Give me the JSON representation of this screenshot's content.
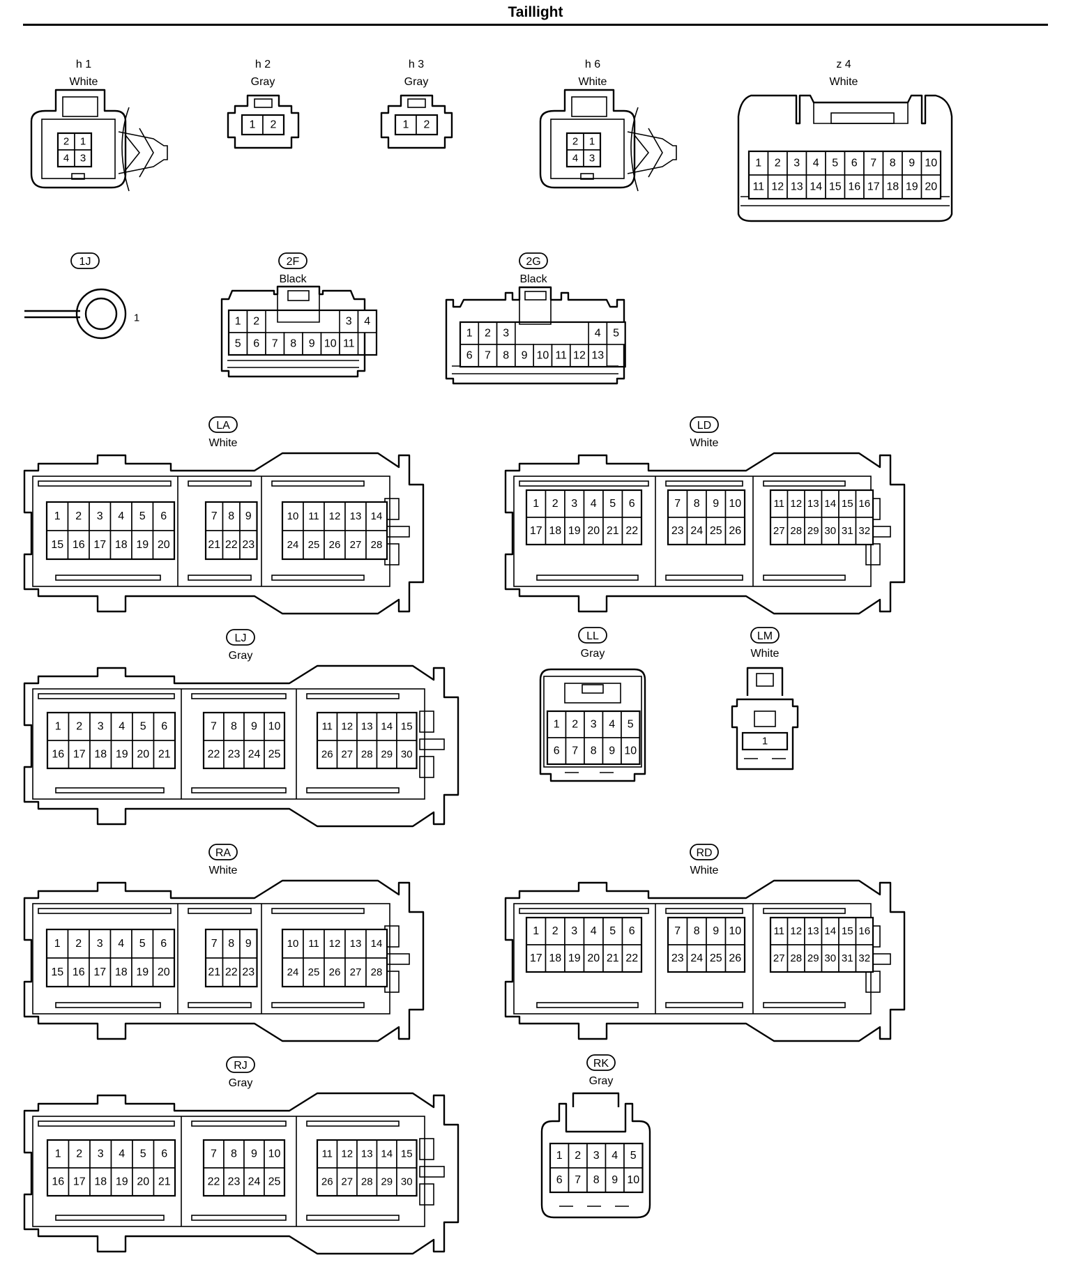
{
  "title": "Taillight",
  "connectors": [
    {
      "id": "h1",
      "code": "h 1",
      "color": "White",
      "boxed": false,
      "pins": [
        [
          "2",
          "1"
        ],
        [
          "4",
          "3"
        ]
      ]
    },
    {
      "id": "h2",
      "code": "h 2",
      "color": "Gray",
      "boxed": false,
      "pins": [
        [
          "1",
          "2"
        ]
      ]
    },
    {
      "id": "h3",
      "code": "h 3",
      "color": "Gray",
      "boxed": false,
      "pins": [
        [
          "1",
          "2"
        ]
      ]
    },
    {
      "id": "h6",
      "code": "h 6",
      "color": "White",
      "boxed": false,
      "pins": [
        [
          "2",
          "1"
        ],
        [
          "4",
          "3"
        ]
      ]
    },
    {
      "id": "z4",
      "code": "z 4",
      "color": "White",
      "boxed": false,
      "pins": [
        [
          "1",
          "2",
          "3",
          "4",
          "5",
          "6",
          "7",
          "8",
          "9",
          "10"
        ],
        [
          "11",
          "12",
          "13",
          "14",
          "15",
          "16",
          "17",
          "18",
          "19",
          "20"
        ]
      ]
    },
    {
      "id": "1J",
      "code": "1J",
      "color": "",
      "boxed": true,
      "pins": [
        [
          "1"
        ]
      ]
    },
    {
      "id": "2F",
      "code": "2F",
      "color": "Black",
      "boxed": true,
      "pins": [
        [
          "1",
          "2",
          "",
          "",
          "3",
          "4"
        ],
        [
          "5",
          "6",
          "7",
          "8",
          "9",
          "10",
          "11"
        ]
      ]
    },
    {
      "id": "2G",
      "code": "2G",
      "color": "Black",
      "boxed": true,
      "pins": [
        [
          "1",
          "2",
          "3",
          "",
          "",
          "4",
          "5"
        ],
        [
          "6",
          "7",
          "8",
          "9",
          "10",
          "11",
          "12",
          "13"
        ]
      ]
    },
    {
      "id": "LA",
      "code": "LA",
      "color": "White",
      "boxed": true,
      "groups": [
        [
          [
            "1",
            "2",
            "3",
            "4",
            "5",
            "6"
          ],
          [
            "15",
            "16",
            "17",
            "18",
            "19",
            "20"
          ]
        ],
        [
          [
            "7",
            "8",
            "9"
          ],
          [
            "21",
            "22",
            "23"
          ]
        ],
        [
          [
            "10",
            "11",
            "12",
            "13",
            "14"
          ],
          [
            "24",
            "25",
            "26",
            "27",
            "28"
          ]
        ]
      ]
    },
    {
      "id": "LD",
      "code": "LD",
      "color": "White",
      "boxed": true,
      "groups": [
        [
          [
            "1",
            "2",
            "3",
            "4",
            "5",
            "6"
          ],
          [
            "17",
            "18",
            "19",
            "20",
            "21",
            "22"
          ]
        ],
        [
          [
            "7",
            "8",
            "9",
            "10"
          ],
          [
            "23",
            "24",
            "25",
            "26"
          ]
        ],
        [
          [
            "11",
            "12",
            "13",
            "14",
            "15",
            "16"
          ],
          [
            "27",
            "28",
            "29",
            "30",
            "31",
            "32"
          ]
        ]
      ]
    },
    {
      "id": "LJ",
      "code": "LJ",
      "color": "Gray",
      "boxed": true,
      "groups": [
        [
          [
            "1",
            "2",
            "3",
            "4",
            "5",
            "6"
          ],
          [
            "16",
            "17",
            "18",
            "19",
            "20",
            "21"
          ]
        ],
        [
          [
            "7",
            "8",
            "9",
            "10"
          ],
          [
            "22",
            "23",
            "24",
            "25"
          ]
        ],
        [
          [
            "11",
            "12",
            "13",
            "14",
            "15"
          ],
          [
            "26",
            "27",
            "28",
            "29",
            "30"
          ]
        ]
      ]
    },
    {
      "id": "LL",
      "code": "LL",
      "color": "Gray",
      "boxed": true,
      "pins": [
        [
          "1",
          "2",
          "3",
          "4",
          "5"
        ],
        [
          "6",
          "7",
          "8",
          "9",
          "10"
        ]
      ]
    },
    {
      "id": "LM",
      "code": "LM",
      "color": "White",
      "boxed": true,
      "pins": [
        [
          "1"
        ]
      ]
    },
    {
      "id": "RA",
      "code": "RA",
      "color": "White",
      "boxed": true,
      "groups": [
        [
          [
            "1",
            "2",
            "3",
            "4",
            "5",
            "6"
          ],
          [
            "15",
            "16",
            "17",
            "18",
            "19",
            "20"
          ]
        ],
        [
          [
            "7",
            "8",
            "9"
          ],
          [
            "21",
            "22",
            "23"
          ]
        ],
        [
          [
            "10",
            "11",
            "12",
            "13",
            "14"
          ],
          [
            "24",
            "25",
            "26",
            "27",
            "28"
          ]
        ]
      ]
    },
    {
      "id": "RD",
      "code": "RD",
      "color": "White",
      "boxed": true,
      "groups": [
        [
          [
            "1",
            "2",
            "3",
            "4",
            "5",
            "6"
          ],
          [
            "17",
            "18",
            "19",
            "20",
            "21",
            "22"
          ]
        ],
        [
          [
            "7",
            "8",
            "9",
            "10"
          ],
          [
            "23",
            "24",
            "25",
            "26"
          ]
        ],
        [
          [
            "11",
            "12",
            "13",
            "14",
            "15",
            "16"
          ],
          [
            "27",
            "28",
            "29",
            "30",
            "31",
            "32"
          ]
        ]
      ]
    },
    {
      "id": "RJ",
      "code": "RJ",
      "color": "Gray",
      "boxed": true,
      "groups": [
        [
          [
            "1",
            "2",
            "3",
            "4",
            "5",
            "6"
          ],
          [
            "16",
            "17",
            "18",
            "19",
            "20",
            "21"
          ]
        ],
        [
          [
            "7",
            "8",
            "9",
            "10"
          ],
          [
            "22",
            "23",
            "24",
            "25"
          ]
        ],
        [
          [
            "11",
            "12",
            "13",
            "14",
            "15"
          ],
          [
            "26",
            "27",
            "28",
            "29",
            "30"
          ]
        ]
      ]
    },
    {
      "id": "RK",
      "code": "RK",
      "color": "Gray",
      "boxed": true,
      "pins": [
        [
          "1",
          "2",
          "3",
          "4",
          "5"
        ],
        [
          "6",
          "7",
          "8",
          "9",
          "10"
        ]
      ]
    }
  ]
}
